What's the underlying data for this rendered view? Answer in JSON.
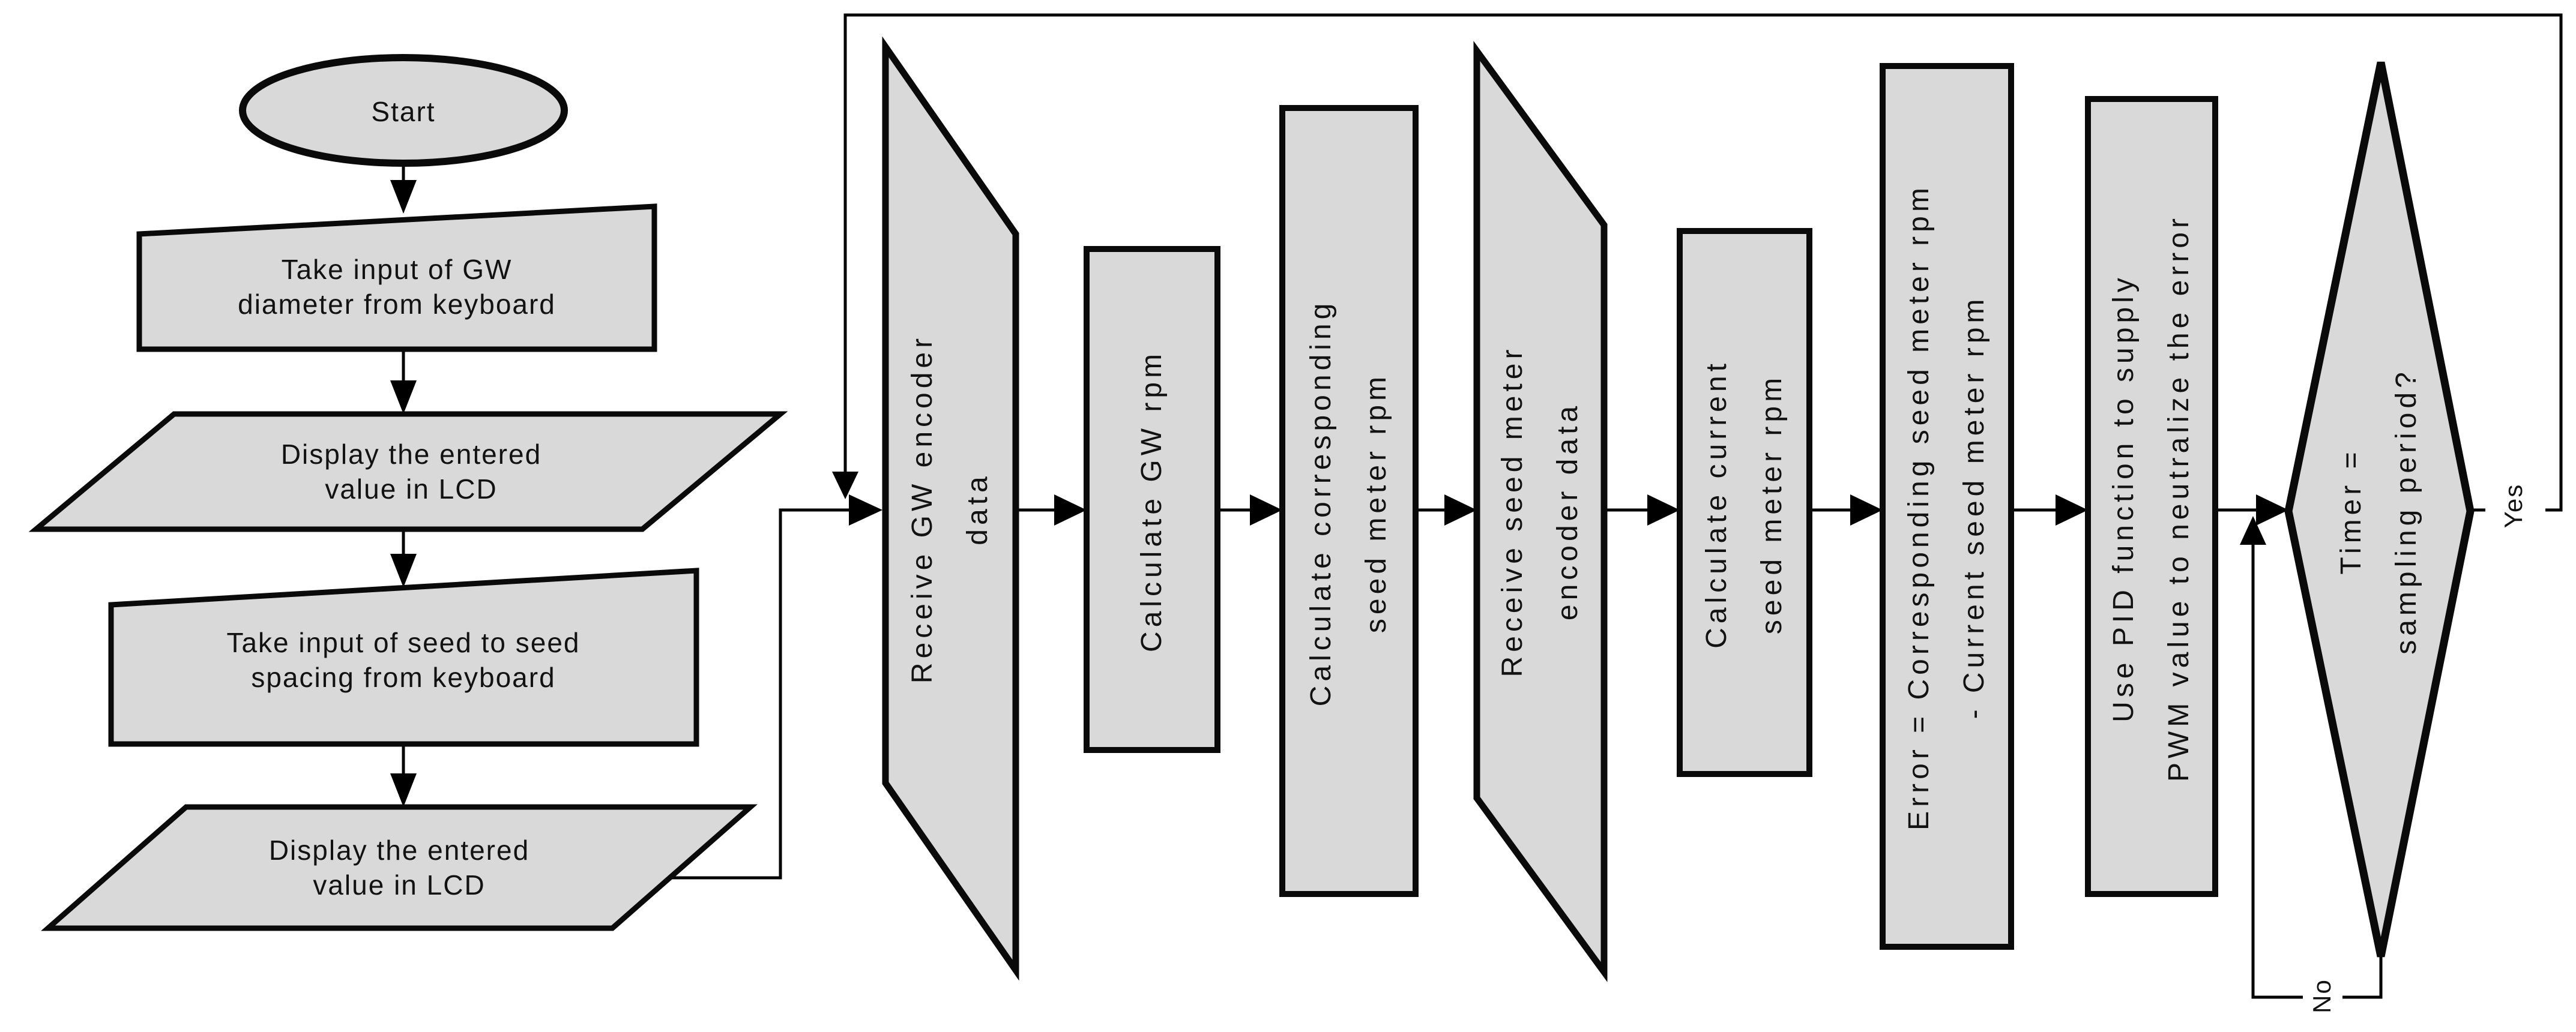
{
  "diagram": {
    "title": "Seed meter PID control flowchart",
    "colors": {
      "background": "#ffffff",
      "shape_fill": "#d9d9d9",
      "shape_stroke": "#0a0a0a",
      "connector": "#000000",
      "text": "#121212"
    },
    "nodes": {
      "start": {
        "type": "terminator",
        "line1": "Start"
      },
      "input_gw": {
        "type": "manual-input",
        "line1": "Take input of GW",
        "line2": "diameter from keyboard"
      },
      "display_gw": {
        "type": "display",
        "line1": "Display the entered",
        "line2": "value in LCD"
      },
      "input_spacing": {
        "type": "manual-input",
        "line1": "Take input of seed to seed",
        "line2": "spacing from keyboard"
      },
      "display_spacing": {
        "type": "display",
        "line1": "Display the entered",
        "line2": "value in LCD"
      },
      "receive_gw": {
        "type": "data",
        "line1": "Receive GW encoder",
        "line2": "data"
      },
      "calc_gw_rpm": {
        "type": "process",
        "line1": "Calculate GW rpm"
      },
      "calc_corresponding": {
        "type": "process",
        "line1": "Calculate corresponding",
        "line2": "seed meter rpm"
      },
      "receive_seed": {
        "type": "data",
        "line1": "Receive seed meter",
        "line2": "encoder data"
      },
      "calc_current": {
        "type": "process",
        "line1": "Calculate current",
        "line2": "seed meter rpm"
      },
      "error": {
        "type": "process",
        "line1": "Error = Corresponding seed meter rpm",
        "line2": "- Current seed meter rpm"
      },
      "pid": {
        "type": "process",
        "line1": "Use PID function to supply",
        "line2": "PWM value to neutralize the error"
      },
      "timer": {
        "type": "decision",
        "line1": "Timer =",
        "line2": "sampling period?"
      }
    },
    "edge_labels": {
      "yes": "Yes",
      "no": "No"
    }
  }
}
